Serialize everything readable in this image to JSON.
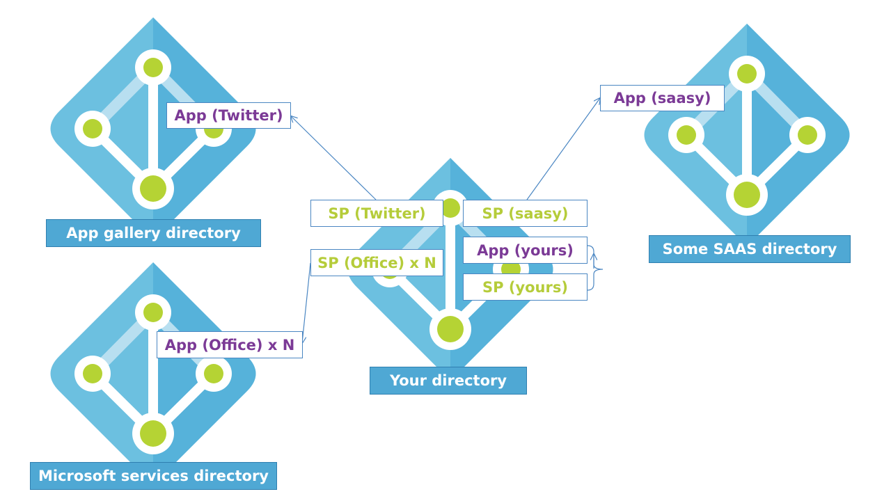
{
  "colors": {
    "diamond_light": "#6cc0e0",
    "diamond_dark": "#48a8d6",
    "node_green": "#b5d334",
    "link_white": "#ffffff",
    "link_pale": "#b8dff0",
    "app_text": "#7b3a96",
    "sp_text": "#b5cc3a",
    "label_bg": "#4fa8d4",
    "arrow": "#4a86c2"
  },
  "directories": {
    "app_gallery": "App gallery directory",
    "microsoft_services": "Microsoft services directory",
    "yours": "Your directory",
    "some_saas": "Some SAAS directory"
  },
  "objects": {
    "app_twitter": "App (Twitter)",
    "app_office": "App (Office) x N",
    "app_saasy": "App (saasy)",
    "sp_twitter": "SP (Twitter)",
    "sp_office": "SP (Office) x N",
    "sp_saasy": "SP (saasy)",
    "app_yours": "App (yours)",
    "sp_yours": "SP (yours)"
  }
}
